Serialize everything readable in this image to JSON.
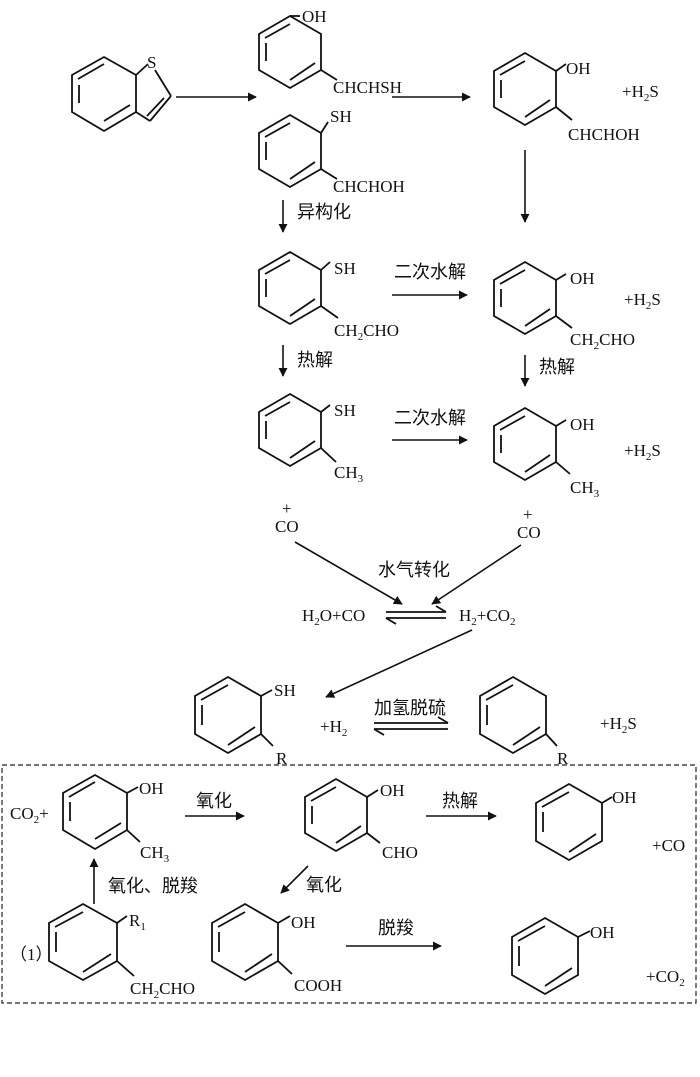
{
  "structures": {
    "benzothiophene": {
      "s": "S"
    },
    "hvinylthiol": {
      "sub": "OH",
      "chain": "CHCHSH"
    },
    "mvinylalcohol": {
      "sub": "SH",
      "chain": "CHCHOH"
    },
    "hvinylalcohol": {
      "sub": "OH",
      "chain": "CHCHOH",
      "plus": "+H",
      "plus_sub": "2",
      "plus_tail": "S"
    },
    "macet": {
      "sub": "SH",
      "chain": "CH",
      "chain_sub": "2",
      "chain_tail": "CHO"
    },
    "hacet": {
      "sub": "OH",
      "chain": "CH",
      "chain_sub": "2",
      "chain_tail": "CHO",
      "plus": "+H",
      "plus_sub": "2",
      "plus_tail": "S"
    },
    "mmethyl": {
      "sub": "SH",
      "chain": "CH",
      "chain_sub": "3"
    },
    "hmethyl": {
      "sub": "OH",
      "chain": "CH",
      "chain_sub": "3",
      "plus": "+H",
      "plus_sub": "2",
      "plus_tail": "S"
    },
    "thiolr": {
      "sub": "SH",
      "r": "R"
    },
    "benzr": {
      "r": "R"
    },
    "cresol": {
      "pre": "CO",
      "pre_sub": "2",
      "pre_tail": "+",
      "sub": "OH",
      "chain": "CH",
      "chain_sub": "3"
    },
    "salald": {
      "sub": "OH",
      "chain": "CHO"
    },
    "phenol1": {
      "sub": "OH",
      "plus": "+CO"
    },
    "r1acet": {
      "num": "（1）",
      "sub": "R",
      "sub_sub": "1",
      "chain": "CH",
      "chain_sub": "2",
      "chain_tail": "CHO"
    },
    "salacid": {
      "sub": "OH",
      "chain": "COOH"
    },
    "phenol2": {
      "sub": "OH",
      "plus": "+CO",
      "plus_sub": "2"
    }
  },
  "labels": {
    "isomerize": "异构化",
    "hydro2a": "二次水解",
    "hydro2b": "二次水解",
    "pyro1": "热解",
    "pyro2": "热解",
    "wgs": "水气转化",
    "hds": "加氢脱硫",
    "oxid1": "氧化",
    "pyro3": "热解",
    "oxid2": "氧化",
    "oxdecarb": "氧化、脱羧",
    "decarb": "脱羧"
  },
  "gas": {
    "co_left": {
      "plus": "+",
      "text": "CO"
    },
    "co_right": {
      "plus": "+",
      "text": "CO"
    },
    "left": {
      "a": "H",
      "a_sub": "2",
      "b": "O+CO"
    },
    "right": {
      "a": "H",
      "a_sub": "2",
      "b": "+CO",
      "b_sub": "2"
    },
    "h2": {
      "a": "+H",
      "a_sub": "2"
    },
    "h2s": {
      "a": "+H",
      "a_sub": "2",
      "b": "S"
    }
  }
}
